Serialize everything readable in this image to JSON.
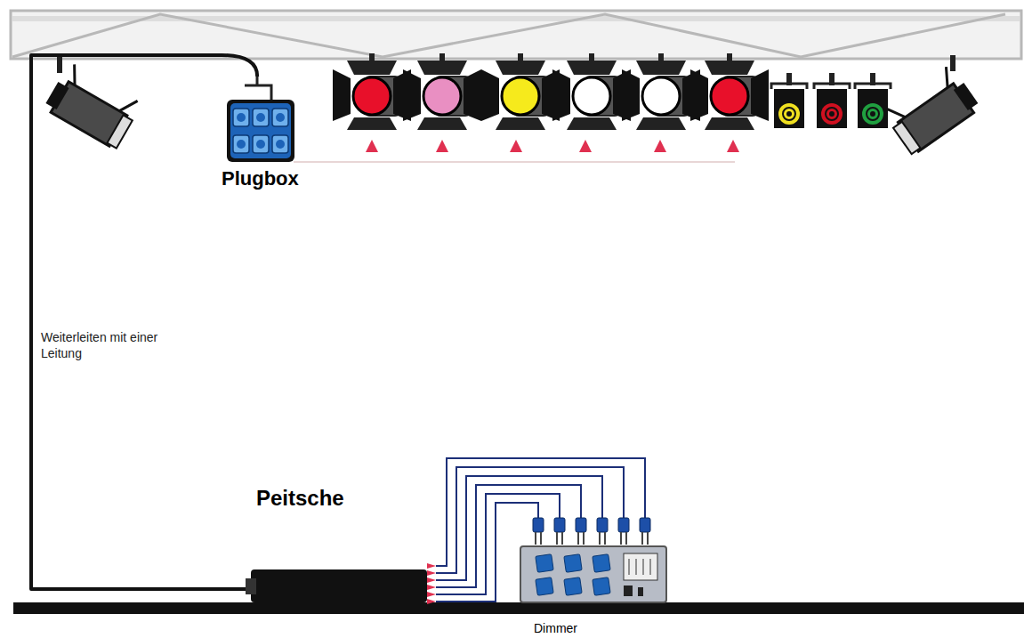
{
  "diagram": {
    "nodes": [
      {
        "text": [
          "Plugbox"
        ]
      },
      {
        "text": [
          "Peitsche"
        ]
      },
      {
        "text": [
          "Dimmer"
        ]
      }
    ],
    "edges": [
      {
        "from": 1,
        "to": 0,
        "arrow": "none",
        "label": "Weiterleiten mit einer Leitung"
      },
      {
        "from": 1,
        "to": 2,
        "arrow": "none"
      }
    ]
  }
}
